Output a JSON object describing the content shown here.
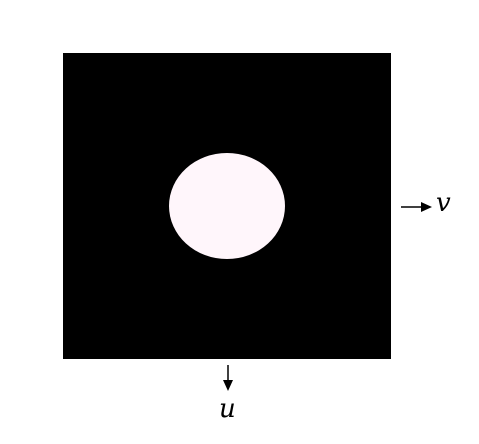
{
  "figure": {
    "background_color": "#ffffff",
    "square_color": "#000000",
    "disk_color": "#fff6fb",
    "arrow_color": "#000000"
  },
  "axes": {
    "horizontal": {
      "label": "v",
      "direction": "right"
    },
    "vertical": {
      "label": "u",
      "direction": "down"
    }
  }
}
